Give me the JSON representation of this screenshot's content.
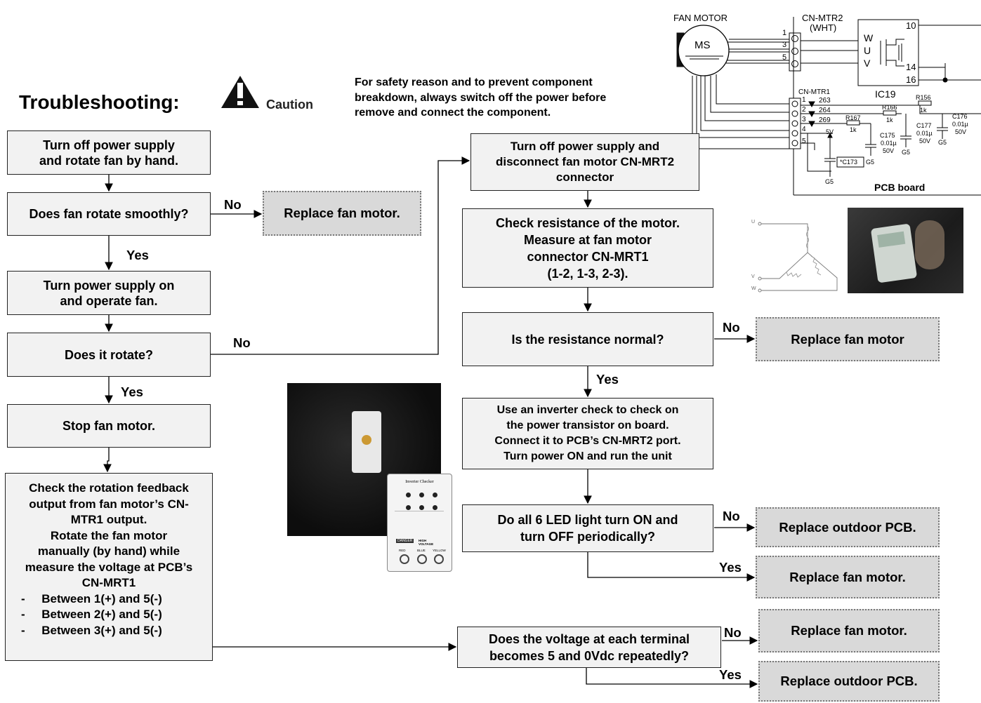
{
  "title": "Troubleshooting:",
  "caution_label": "Caution",
  "safety_note": "For safety reason and to prevent component\nbreakdown, always switch off the power before\nremove and connect the component.",
  "left_flow": {
    "step1": "Turn off power supply\nand rotate fan by hand.",
    "q1": "Does fan rotate smoothly?",
    "q1_no": "No",
    "replace1": "Replace fan motor.",
    "q1_yes": "Yes",
    "step2": "Turn power supply on\nand operate fan.",
    "q2": "Does it rotate?",
    "q2_no": "No",
    "q2_yes": "Yes",
    "step3": "Stop fan motor.",
    "step4_intro": "Check the rotation feedback\noutput from fan motor’s CN-\nMTR1 output.\nRotate the fan motor\nmanually (by hand) while\nmeasure the voltage at PCB’s\nCN-MRT1",
    "step4_items": [
      "Between 1(+) and 5(-)",
      "Between 2(+) and 5(-)",
      "Between 3(+) and 5(-)"
    ]
  },
  "right_flow": {
    "stepA": "Turn off power supply and\ndisconnect fan motor CN-MRT2\nconnector",
    "stepB": "Check resistance of the motor.\nMeasure  at  fan motor\nconnector CN-MRT1\n(1-2, 1-3, 2-3).",
    "qB": "Is the resistance normal?",
    "qB_no": "No",
    "replaceB": "Replace fan motor",
    "qB_yes": "Yes",
    "stepC": "Use an inverter check to check on\nthe power transistor on board.\nConnect it to PCB’s CN-MRT2 port.\nTurn power ON and run the unit",
    "qC": "Do all 6 LED light turn ON and\nturn OFF periodically?",
    "qC_no": "No",
    "replaceC_no": "Replace outdoor PCB.",
    "qC_yes": "Yes",
    "replaceC_yes": "Replace fan motor.",
    "qD": "Does the voltage at each terminal\nbecomes 5 and 0Vdc repeatedly?",
    "qD_no": "No",
    "replaceD_no": "Replace fan motor.",
    "qD_yes": "Yes",
    "replaceD_yes": "Replace outdoor PCB."
  },
  "schematic": {
    "fan_motor": "FAN MOTOR",
    "ms": "MS",
    "cn_mtr2": "CN-MTR2",
    "wht": "(WHT)",
    "pins_mtr2": [
      "1",
      "3",
      "5"
    ],
    "wuv": [
      "W",
      "U",
      "V"
    ],
    "ic_pins": [
      "10",
      "14",
      "16"
    ],
    "ic": "IC19",
    "cn_mtr1": "CN-MTR1",
    "pins_mtr1": [
      "1",
      "2",
      "3",
      "4",
      "5"
    ],
    "nets": [
      "263",
      "264",
      "269"
    ],
    "r156": "R156",
    "r156v": "1k",
    "r166": "R166",
    "r166v": "1k",
    "r167": "R167",
    "r167v": "1k",
    "c175": "C175",
    "c175v": "0.01µ",
    "c175r": "50V",
    "c176": "C176",
    "c176v": "0.01µ",
    "c176r": "50V",
    "c177": "C177",
    "c177v": "0.01µ",
    "c177r": "50V",
    "c173": "*C173",
    "v5": "5V",
    "g5": "G5",
    "pcb": "PCB board"
  },
  "checker": {
    "title": "Inverter Checker",
    "danger": "DANGER",
    "high_voltage": "HIGH VOLTAGE",
    "terminals": [
      "RED",
      "BLUE",
      "YELLOW"
    ]
  },
  "winding": {
    "u": "U",
    "v": "V",
    "w": "W"
  }
}
